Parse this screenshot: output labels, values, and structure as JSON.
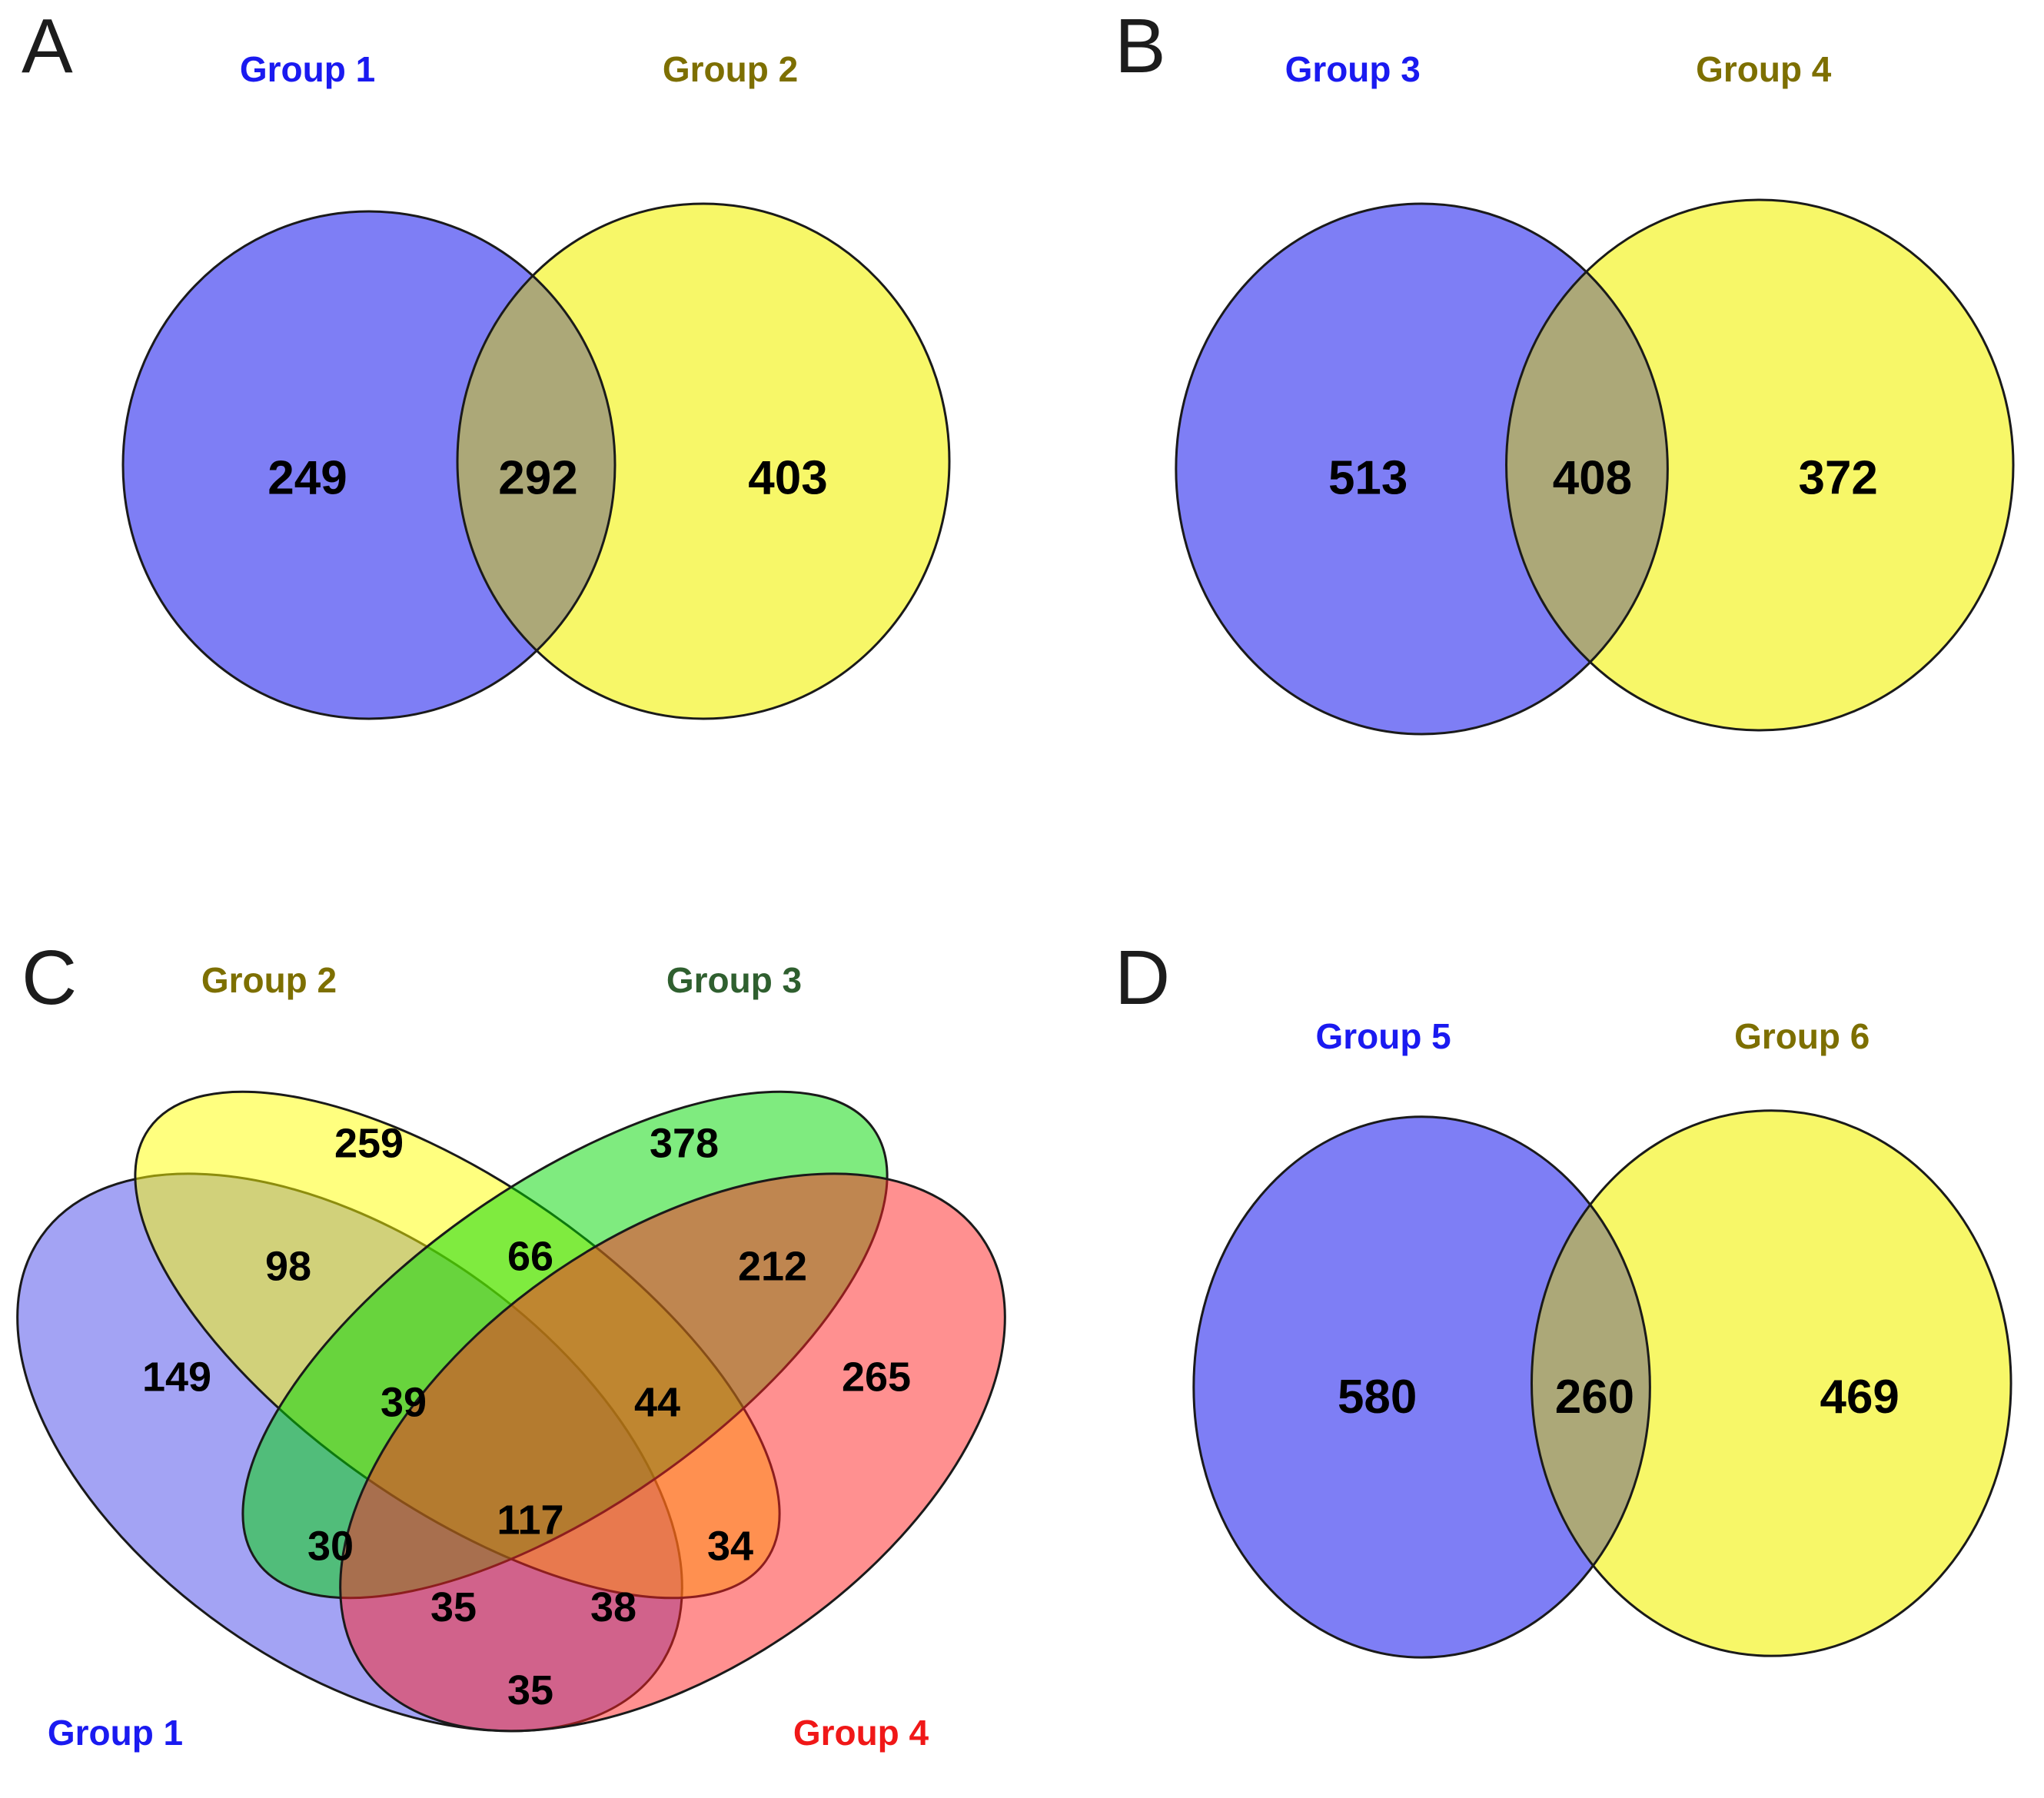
{
  "colors": {
    "outline": "#1a1a1a",
    "number_text": "#000000",
    "label_blue": "#1a1af0",
    "label_olive": "#7d6f00",
    "label_green": "#2f5f2f",
    "label_red": "#f01818",
    "venn2_blue": "#7e7ef5",
    "venn2_yellow": "#f7f768",
    "venn2_overlap": "#aca878",
    "venn4_blue": "#3333e6",
    "venn4_yellow": "#ffff00",
    "venn4_green": "#00d800",
    "venn4_red": "#ff2121"
  },
  "panel_a": {
    "letter": "A",
    "left_label": "Group 1",
    "right_label": "Group 2",
    "left_count": "249",
    "overlap_count": "292",
    "right_count": "403"
  },
  "panel_b": {
    "letter": "B",
    "left_label": "Group 3",
    "right_label": "Group 4",
    "left_count": "513",
    "overlap_count": "408",
    "right_count": "372"
  },
  "panel_c": {
    "letter": "C",
    "labels": {
      "group1": "Group 1",
      "group2": "Group 2",
      "group3": "Group 3",
      "group4": "Group 4"
    },
    "counts": {
      "g1_only": "149",
      "g2_only": "259",
      "g3_only": "378",
      "g4_only": "265",
      "g1g2": "98",
      "g2g3": "66",
      "g3g4": "212",
      "g1g3": "30",
      "g2g4": "34",
      "g1g4": "35",
      "g1g2g3": "39",
      "g2g3g4": "44",
      "g1g3g4": "35",
      "g1g2g4": "38",
      "g1g2g3g4": "117"
    }
  },
  "panel_d": {
    "letter": "D",
    "left_label": "Group 5",
    "right_label": "Group 6",
    "left_count": "580",
    "overlap_count": "260",
    "right_count": "469"
  }
}
